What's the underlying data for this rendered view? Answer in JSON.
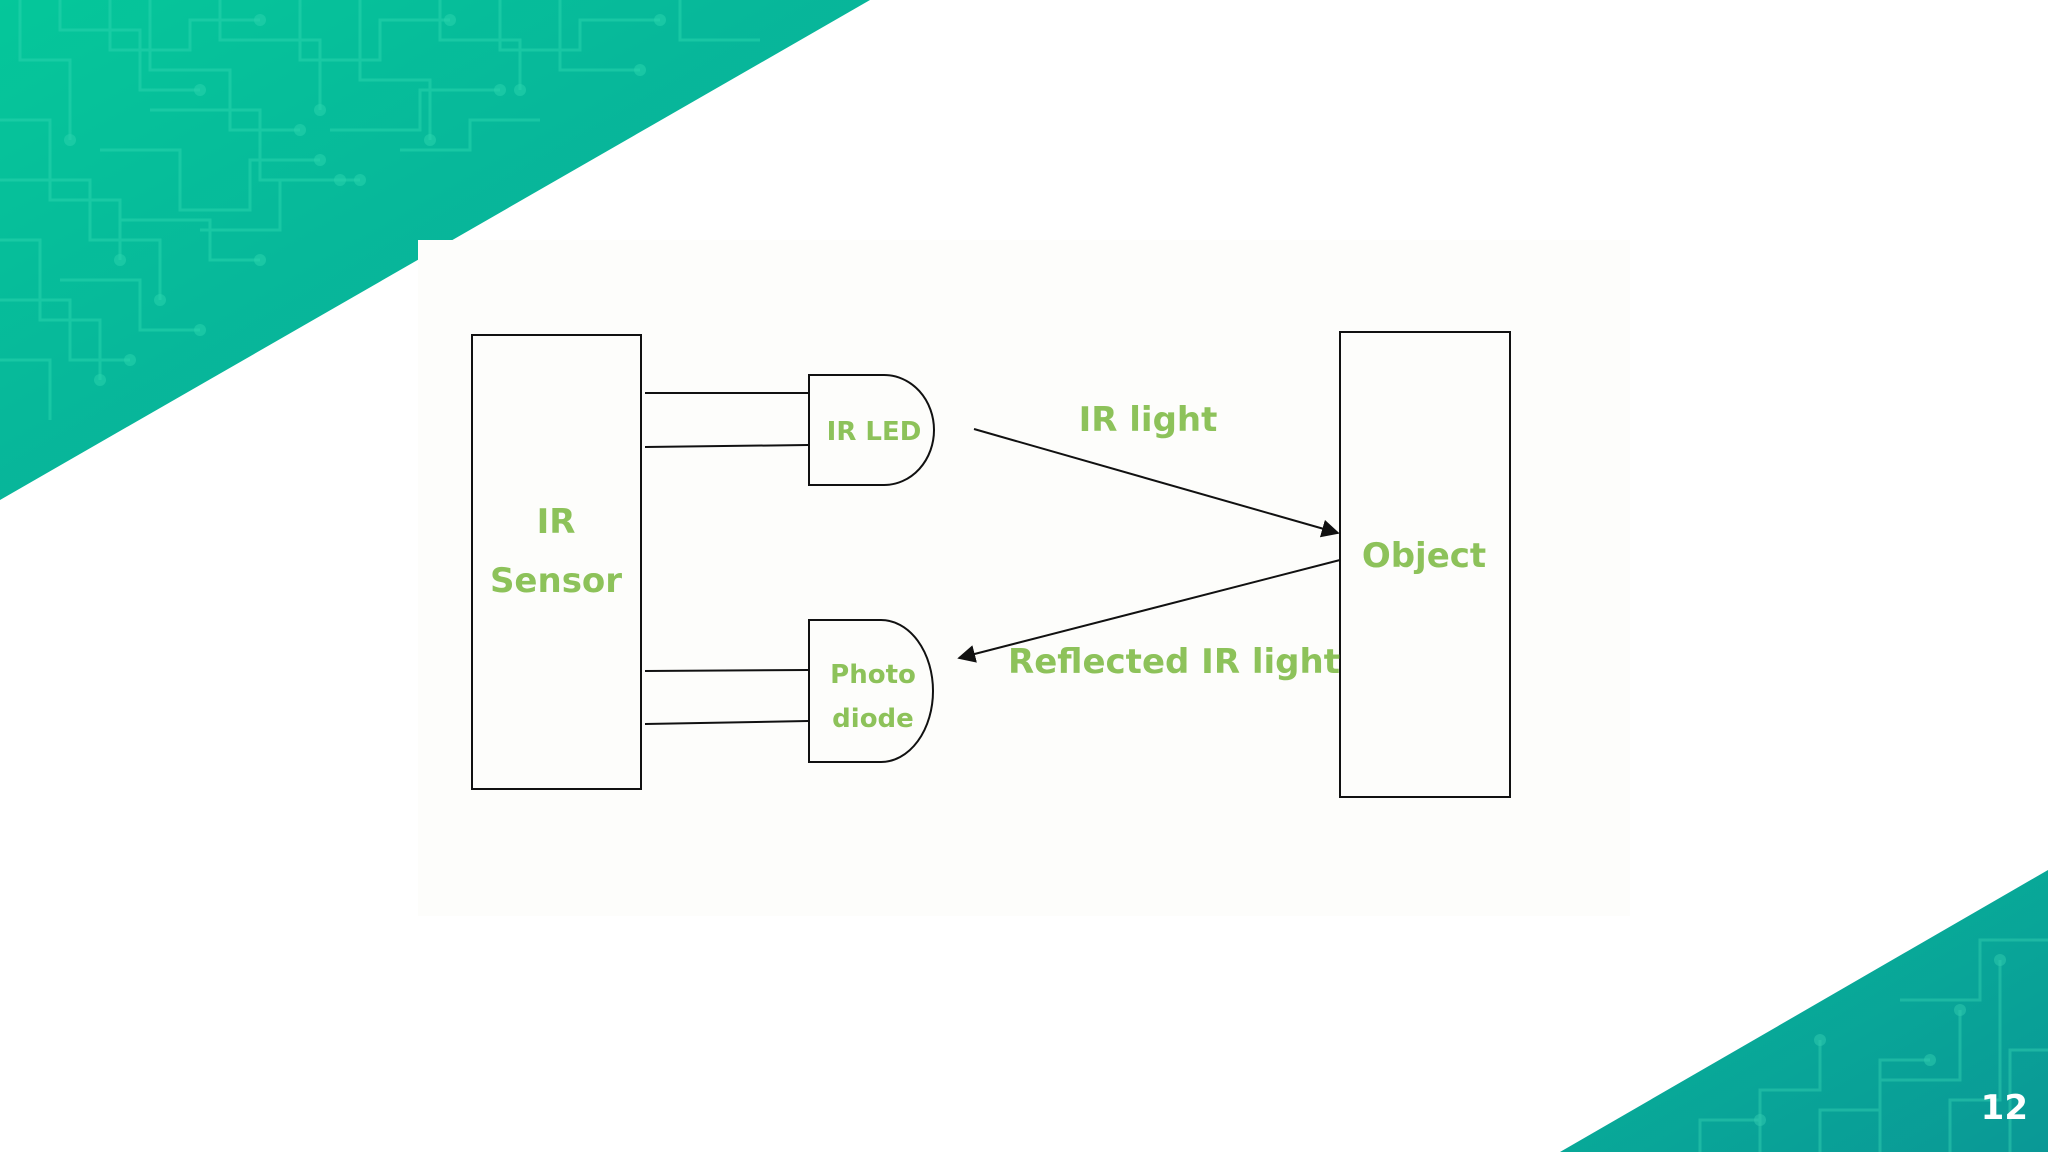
{
  "slide": {
    "page_number": "12",
    "colors": {
      "accent_teal_light": "#05c79a",
      "accent_teal_dark": "#0a9e96",
      "label_green": "#8dc25a",
      "line": "#111111"
    }
  },
  "diagram": {
    "sensor_label_line1": "IR",
    "sensor_label_line2": "Sensor",
    "led_label": "IR LED",
    "photodiode_label_line1": "Photo",
    "photodiode_label_line2": "diode",
    "object_label": "Object",
    "emitted_label": "IR light",
    "reflected_label": "Reflected IR light"
  }
}
